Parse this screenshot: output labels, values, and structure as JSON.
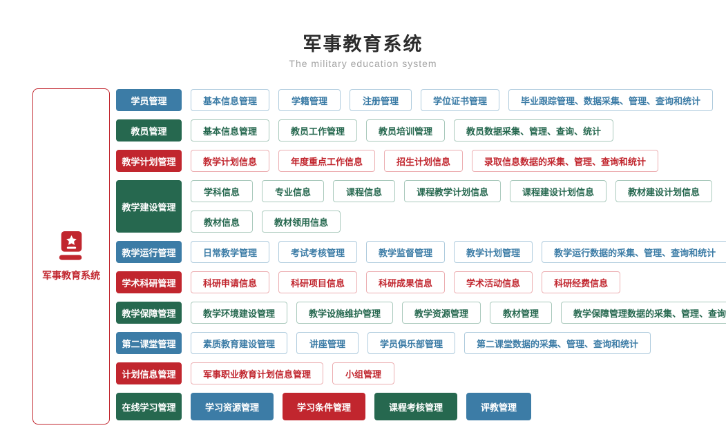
{
  "header": {
    "title": "军事教育系统",
    "subtitle": "The military education system"
  },
  "sidebar": {
    "label": "军事教育系统",
    "icon": "book-star-icon"
  },
  "colors": {
    "blue": {
      "main": "#3c7ca6",
      "light": "#aecbdd"
    },
    "green": {
      "main": "#26684f",
      "light": "#a9c9bc"
    },
    "red": {
      "main": "#c1262e",
      "light": "#ecaeb1"
    }
  },
  "rows": [
    {
      "category": {
        "label": "学员管理",
        "color": "blue"
      },
      "lines": [
        [
          {
            "label": "基本信息管理"
          },
          {
            "label": "学籍管理"
          },
          {
            "label": "注册管理"
          },
          {
            "label": "学位证书管理"
          },
          {
            "label": "毕业跟踪管理、数据采集、管理、查询和统计"
          }
        ]
      ]
    },
    {
      "category": {
        "label": "教员管理",
        "color": "green"
      },
      "lines": [
        [
          {
            "label": "基本信息管理"
          },
          {
            "label": "教员工作管理"
          },
          {
            "label": "教员培训管理"
          },
          {
            "label": "教员数据采集、管理、查询、统计"
          }
        ]
      ]
    },
    {
      "category": {
        "label": "教学计划管理",
        "color": "red"
      },
      "lines": [
        [
          {
            "label": "教学计划信息"
          },
          {
            "label": "年度重点工作信息"
          },
          {
            "label": "招生计划信息"
          },
          {
            "label": "录取信息数据的采集、管理、查询和统计"
          }
        ]
      ]
    },
    {
      "category": {
        "label": "教学建设管理",
        "color": "green"
      },
      "lines": [
        [
          {
            "label": "学科信息"
          },
          {
            "label": "专业信息"
          },
          {
            "label": "课程信息"
          },
          {
            "label": "课程教学计划信息"
          },
          {
            "label": "课程建设计划信息"
          },
          {
            "label": "教材建设计划信息"
          }
        ],
        [
          {
            "label": "教材信息"
          },
          {
            "label": "教材领用信息"
          }
        ]
      ]
    },
    {
      "category": {
        "label": "教学运行管理",
        "color": "blue"
      },
      "lines": [
        [
          {
            "label": "日常教学管理"
          },
          {
            "label": "考试考核管理"
          },
          {
            "label": "教学监督管理"
          },
          {
            "label": "教学计划管理"
          },
          {
            "label": "教学运行数据的采集、管理、查询和统计"
          }
        ]
      ]
    },
    {
      "category": {
        "label": "学术科研管理",
        "color": "red"
      },
      "lines": [
        [
          {
            "label": "科研申请信息"
          },
          {
            "label": "科研项目信息"
          },
          {
            "label": "科研成果信息"
          },
          {
            "label": "学术活动信息"
          },
          {
            "label": "科研经费信息"
          }
        ]
      ]
    },
    {
      "category": {
        "label": "教学保障管理",
        "color": "green"
      },
      "lines": [
        [
          {
            "label": "教学环境建设管理"
          },
          {
            "label": "教学设施维护管理"
          },
          {
            "label": "教学资源管理"
          },
          {
            "label": "教材管理"
          },
          {
            "label": "教学保障管理数据的采集、管理、查询和统计"
          }
        ]
      ]
    },
    {
      "category": {
        "label": "第二课堂管理",
        "color": "blue"
      },
      "lines": [
        [
          {
            "label": "素质教育建设管理"
          },
          {
            "label": "讲座管理"
          },
          {
            "label": "学员俱乐部管理"
          },
          {
            "label": "第二课堂数据的采集、管理、查询和统计"
          }
        ]
      ]
    },
    {
      "category": {
        "label": "计划信息管理",
        "color": "red"
      },
      "lines": [
        [
          {
            "label": "军事职业教育计划信息管理"
          },
          {
            "label": "小组管理"
          }
        ]
      ]
    },
    {
      "category": {
        "label": "在线学习管理",
        "color": "green"
      },
      "size": "large",
      "lines": [
        [
          {
            "label": "学习资源管理",
            "variant": "solid",
            "color": "blue"
          },
          {
            "label": "学习条件管理",
            "variant": "solid",
            "color": "red"
          },
          {
            "label": "课程考核管理",
            "variant": "solid",
            "color": "green"
          },
          {
            "label": "评教管理",
            "variant": "solid",
            "color": "blue"
          }
        ]
      ]
    }
  ]
}
